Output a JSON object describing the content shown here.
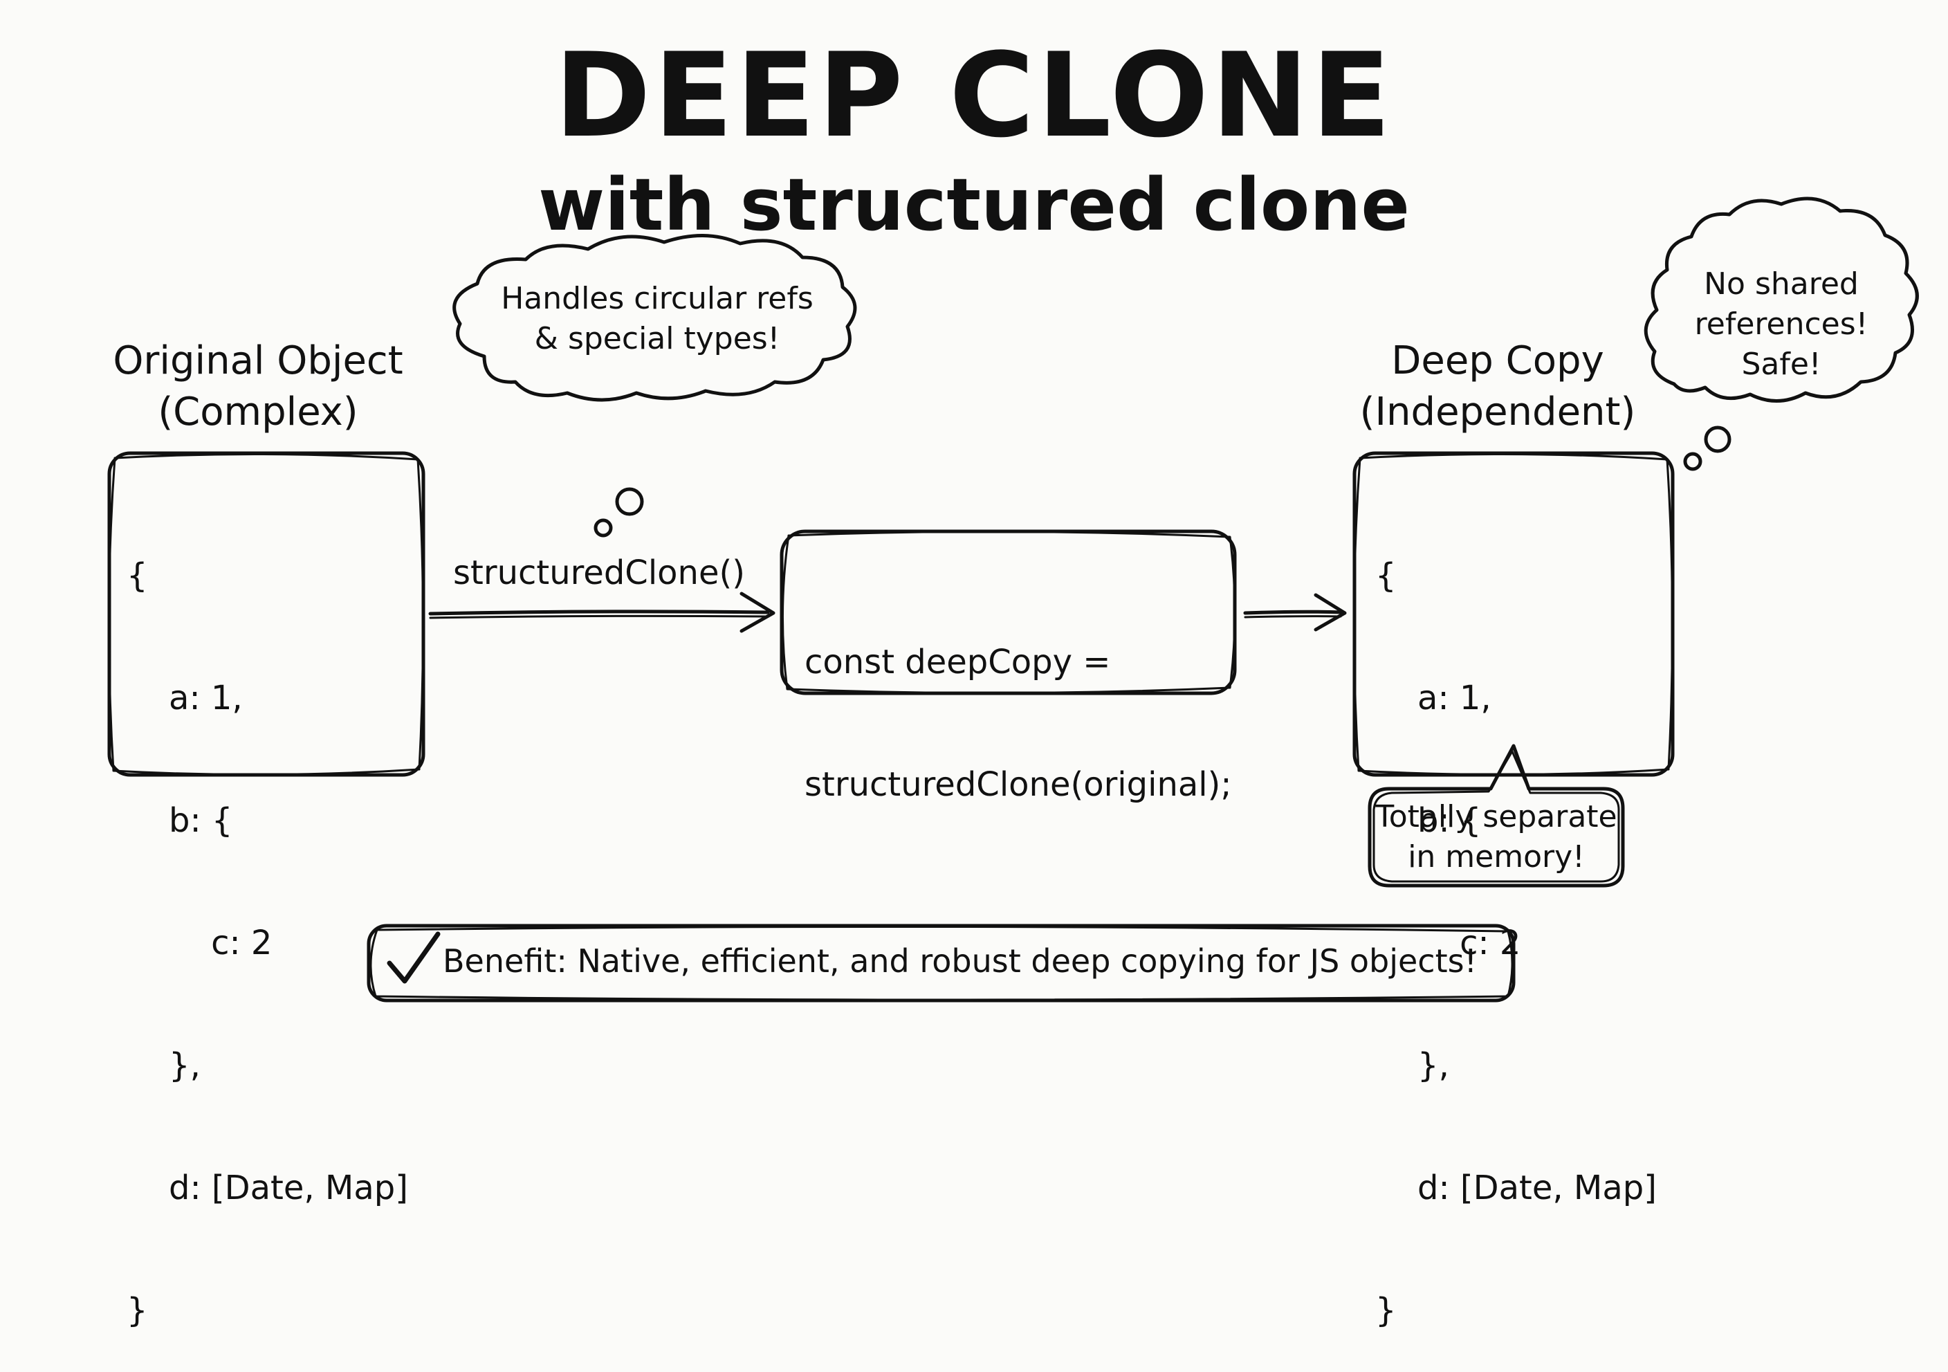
{
  "title": "DEEP CLONE",
  "subtitle": "with structured clone",
  "original": {
    "heading": [
      "Original Object",
      "(Complex)"
    ],
    "code": [
      "{",
      "    a: 1,",
      "    b: {",
      "        c: 2",
      "    },",
      "    d: [Date, Map]",
      "}"
    ]
  },
  "copy": {
    "heading": [
      "Deep Copy",
      "(Independent)"
    ],
    "code": [
      "{",
      "    a: 1,",
      "    b: {",
      "        c: 2",
      "    },",
      "    d: [Date, Map]",
      "}"
    ]
  },
  "arrow_label": "structuredClone()",
  "middle_code": [
    "const deepCopy =",
    "structuredClone(original);"
  ],
  "thought_left": [
    "Handles circular refs",
    "& special types!"
  ],
  "thought_right": [
    "No shared",
    "references!",
    "Safe!"
  ],
  "callout": [
    "Totally separate",
    "in memory!"
  ],
  "benefit": "Benefit: Native, efficient, and robust deep copying for JS objects!",
  "icons": {
    "check": "check-icon"
  }
}
